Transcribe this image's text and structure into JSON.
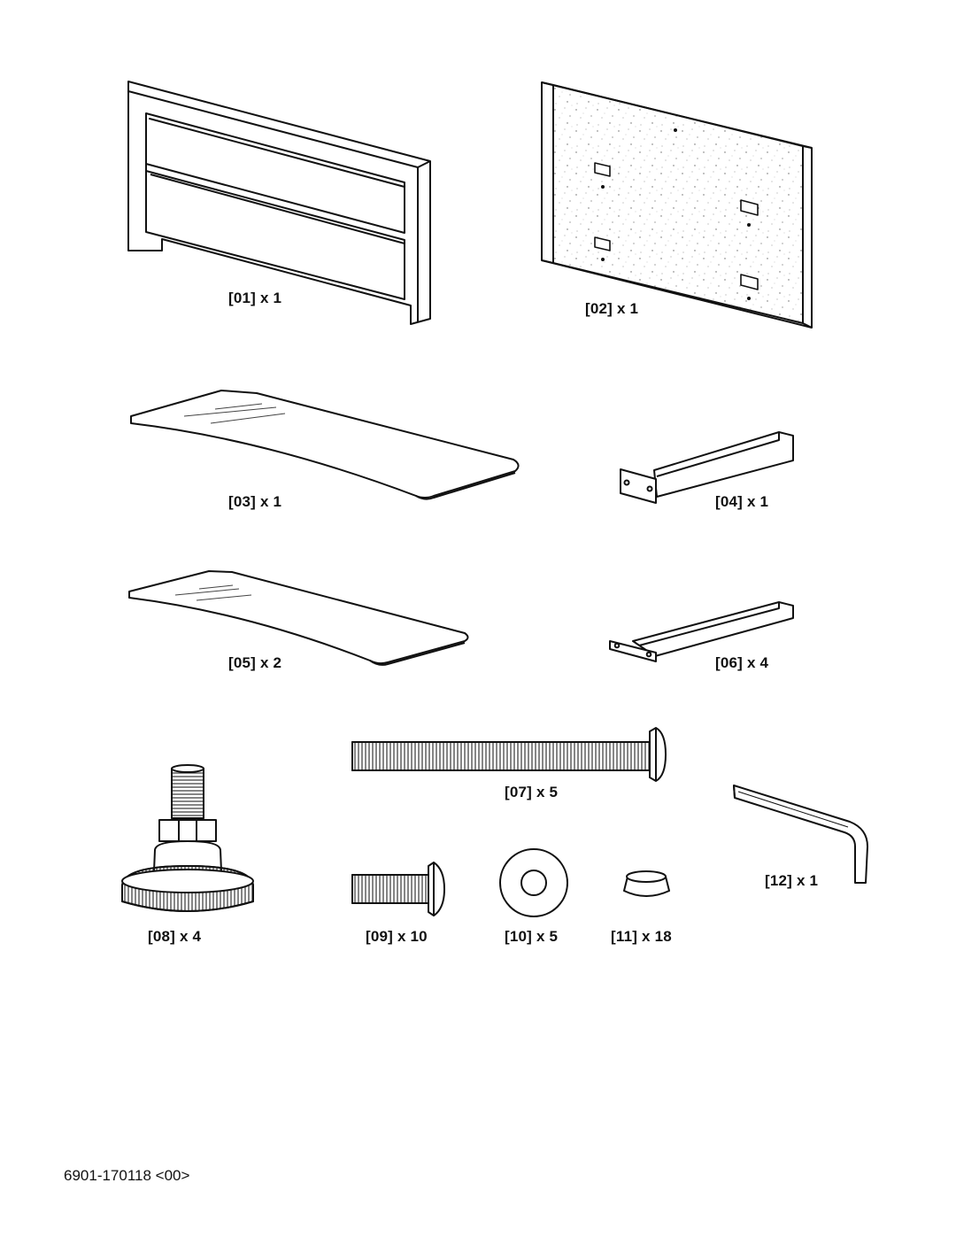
{
  "parts": [
    {
      "id": "01",
      "label": "[01] x 1",
      "quantity": 1
    },
    {
      "id": "02",
      "label": "[02] x 1",
      "quantity": 1
    },
    {
      "id": "03",
      "label": "[03] x 1",
      "quantity": 1
    },
    {
      "id": "04",
      "label": "[04] x 1",
      "quantity": 1
    },
    {
      "id": "05",
      "label": "[05] x 2",
      "quantity": 2
    },
    {
      "id": "06",
      "label": "[06] x 4",
      "quantity": 4
    },
    {
      "id": "07",
      "label": "[07] x 5",
      "quantity": 5
    },
    {
      "id": "08",
      "label": "[08] x 4",
      "quantity": 4
    },
    {
      "id": "09",
      "label": "[09] x 10",
      "quantity": 10
    },
    {
      "id": "10",
      "label": "[10] x 5",
      "quantity": 5
    },
    {
      "id": "11",
      "label": "[11] x 18",
      "quantity": 18
    },
    {
      "id": "12",
      "label": "[12] x 1",
      "quantity": 1
    }
  ],
  "footer": {
    "code": "6901-170118 <00>"
  }
}
